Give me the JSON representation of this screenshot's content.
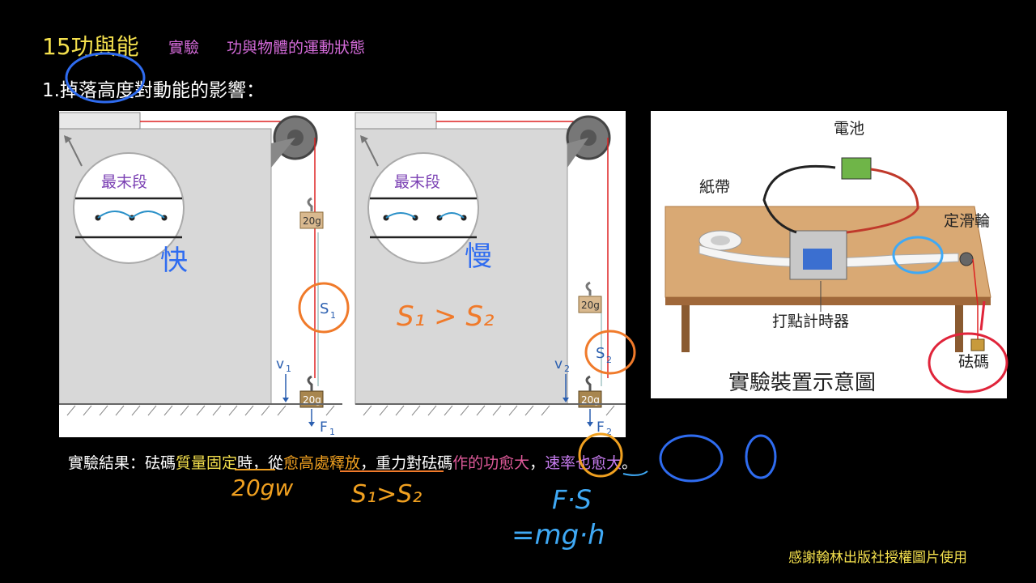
{
  "header": {
    "chapter": "15功與能",
    "experiment_tag": "實驗",
    "experiment_title": "功與物體的運動狀態",
    "section": "1.掉落高度對動能的影響："
  },
  "diagram_a": {
    "left": {
      "magnifier_label": "最末段",
      "weight_top": "20g",
      "weight_bottom": "20g",
      "distance_label": "S",
      "distance_sub": "1",
      "velocity_label": "v",
      "velocity_sub": "1",
      "force_label": "F",
      "force_sub": "1"
    },
    "right": {
      "magnifier_label": "最末段",
      "weight_top": "20g",
      "weight_bottom": "20g",
      "distance_label": "S",
      "distance_sub": "2",
      "velocity_label": "v",
      "velocity_sub": "2",
      "force_label": "F",
      "force_sub": "2"
    }
  },
  "diagram_b": {
    "battery_label": "電池",
    "tape_label": "紙帶",
    "pulley_label": "定滑輪",
    "timer_label": "打點計時器",
    "weight_label": "砝碼",
    "caption": "實驗裝置示意圖"
  },
  "result": {
    "prefix": "實驗結果：砝碼",
    "mass_fixed": "質量固定",
    "mid1": "時，從",
    "higher_release": "愈高處釋放",
    "mid2": "，重力對砝碼",
    "work_larger": "作的功愈大",
    "comma": "，",
    "speed_larger": "速率也愈大",
    "end": "。"
  },
  "handwriting": {
    "fast": "快",
    "slow": "慢",
    "s_compare": "S₁ > S₂",
    "mass": "20gw",
    "s_compare_2": "S₁>S₂",
    "work_formula": "F·S",
    "work_formula_2": "=mg·h"
  },
  "credit": "感謝翰林出版社授權圖片使用",
  "colors": {
    "title_yellow": "#f4e04d",
    "purple": "#d36ad8",
    "ink_blue": "#2f6cf0",
    "ink_orange": "#f07a2a",
    "ink_red": "#e0243a",
    "ink_cyan": "#3fa9f5"
  }
}
